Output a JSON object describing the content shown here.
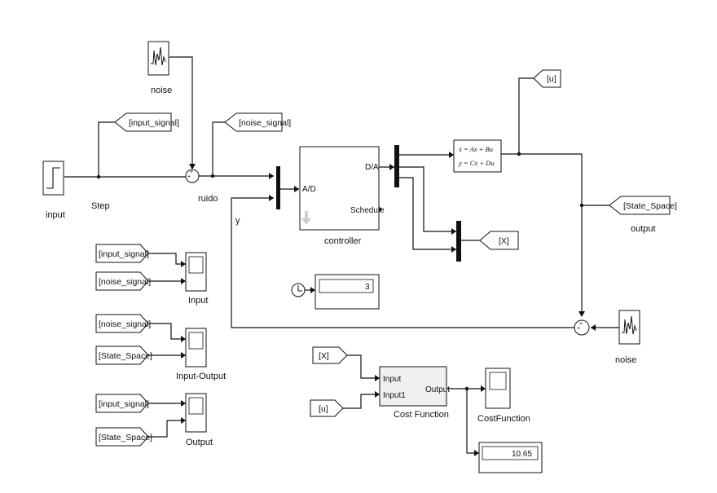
{
  "blocks": {
    "input_label": "input",
    "step_label": "Step",
    "noise_top_label": "noise",
    "ruido_label": "ruido",
    "y_label": "y",
    "controller": {
      "label": "controller",
      "port_ad": "A/D",
      "port_da": "D/A",
      "port_schedule": "Schedule"
    },
    "state_space": {
      "eq1": "ẋ = Ax + Bu",
      "eq2": "y = Cx + Du",
      "output_label": "output"
    },
    "noise_right_label": "noise",
    "display_time": "3",
    "display_cost": "10.65",
    "cost_function": {
      "label": "Cost Function",
      "in1": "Input",
      "in2": "Input1",
      "out": "Output"
    },
    "scopes": {
      "input": "Input",
      "input_output": "Input-Output",
      "output": "Output",
      "cost": "CostFunction"
    }
  },
  "tags": {
    "input_signal": "[input_signal]",
    "noise_signal": "[noise_signal]",
    "u": "[u]",
    "x": "[X]",
    "state_space": "[State_Space]"
  }
}
